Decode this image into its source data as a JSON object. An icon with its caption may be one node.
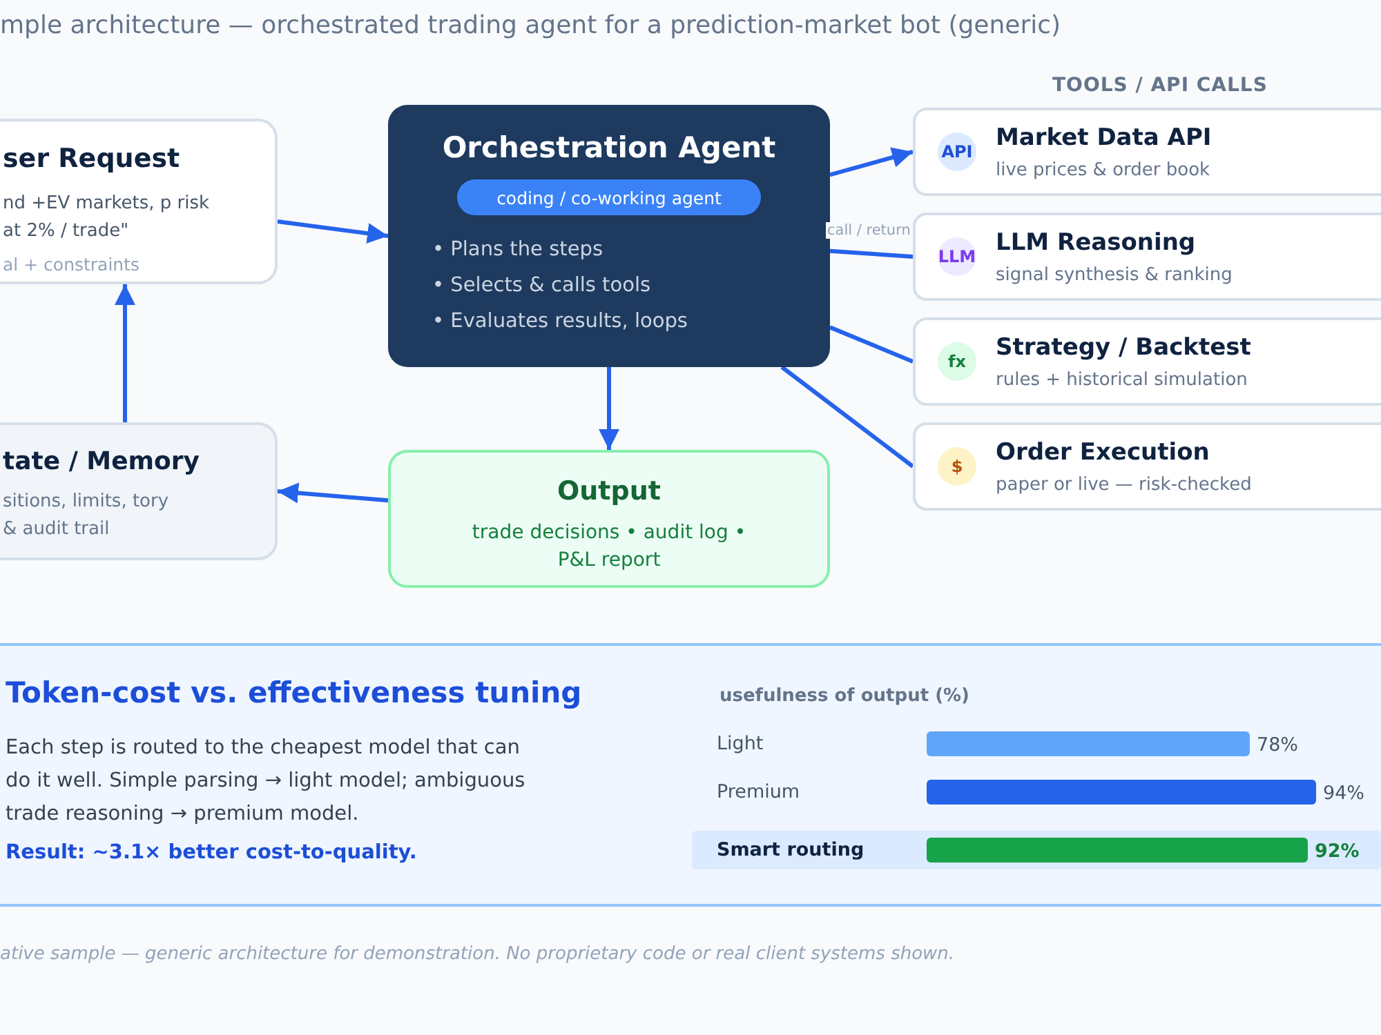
{
  "diagram": {
    "title": "mple architecture — orchestrated trading agent for a prediction-market bot (generic)",
    "caption": "ative sample — generic architecture for demonstration. No proprietary code or real client systems shown.",
    "nodes": [
      {
        "text": [
          "ser Request",
          "nd +EV markets, p risk at 2% / trade\"",
          "al + constraints"
        ]
      },
      {
        "text": [
          "Orchestration Agent",
          "• Plans the steps",
          "• Selects & calls tools",
          "• Evaluates results, loops"
        ]
      },
      {
        "text": [
          "coding / co-working agent"
        ],
        "in": 1
      },
      {
        "text": [
          "Market Data API",
          "live prices & order book"
        ]
      },
      {
        "text": [
          "API"
        ],
        "in": 3
      },
      {
        "text": [
          "LLM Reasoning",
          "signal synthesis & ranking"
        ]
      },
      {
        "text": [
          "LLM"
        ],
        "in": 5
      },
      {
        "text": [
          "Strategy / Backtest",
          "rules + historical simulation"
        ]
      },
      {
        "text": [
          "fx"
        ],
        "in": 7
      },
      {
        "text": [
          "Order Execution",
          "paper or live — risk-checked"
        ]
      },
      {
        "text": [
          "$"
        ],
        "in": 9
      },
      {
        "text": [
          "tate / Memory",
          "sitions, limits, tory & audit trail"
        ]
      },
      {
        "text": [
          "Output",
          "trade decisions • audit log • P&L report"
        ]
      },
      {
        "text": [
          "Token-cost vs. effectiveness tuning",
          "Each step is routed to the cheapest model that can do it well. Simple parsing → light model; ambiguous trade reasoning → premium model.",
          "Result: ~3.1× better cost-to-quality."
        ]
      }
    ],
    "edges": [
      {
        "from": 0,
        "to": 1,
        "arrow": "to"
      },
      {
        "from": 1,
        "to": 3,
        "arrow": "to"
      },
      {
        "from": 1,
        "to": 5,
        "arrow": "none",
        "label": "call / return"
      },
      {
        "from": 1,
        "to": 7,
        "arrow": "none"
      },
      {
        "from": 1,
        "to": 9,
        "arrow": "none"
      },
      {
        "from": 1,
        "to": 12,
        "arrow": "to"
      },
      {
        "from": 12,
        "to": 11,
        "arrow": "to"
      },
      {
        "from": 11,
        "to": 0,
        "arrow": "to"
      }
    ],
    "labels": [
      "TOOLS / API CALLS"
    ],
    "chart_data": {
      "type": "bar",
      "orientation": "horizontal",
      "title": "usefulness of output (%)",
      "categories": [
        "Light",
        "Premium",
        "Smart routing"
      ],
      "series": [
        {
          "values": [
            78,
            94,
            92
          ],
          "value_labels": [
            "78%",
            "94%",
            "92%"
          ]
        }
      ]
    }
  }
}
